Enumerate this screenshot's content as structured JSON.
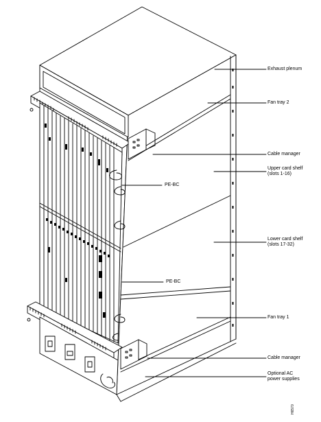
{
  "figure_id": "H6570",
  "callouts": {
    "exhaust_plenum": "Exhaust plenum",
    "fan_tray_2": "Fan tray 2",
    "cable_manager_top": "Cable manager",
    "upper_card_shelf": [
      "Upper card shelf",
      "(slots 1-16)"
    ],
    "pe_bc_upper": "PE-BC",
    "lower_card_shelf": [
      "Lower card shelf",
      "(slots 17-32)"
    ],
    "pe_bc_lower": "PE-BC",
    "fan_tray_1": "Fan tray 1",
    "cable_manager_bottom": "Cable manager",
    "optional_ac_power_supplies": [
      "Optional AC",
      "power supplies"
    ]
  }
}
